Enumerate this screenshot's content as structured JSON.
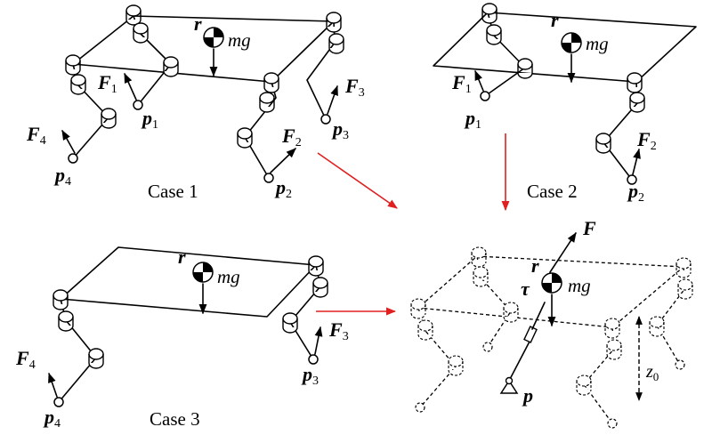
{
  "colors": {
    "ink": "#000000",
    "arrow_accent": "#e02020",
    "background": "#ffffff"
  },
  "com_marker_icon": "quartered-circle",
  "case1": {
    "caption": "Case 1",
    "r_label": "r",
    "mg_label": "mg",
    "force_labels": [
      {
        "base": "F",
        "sub": "1"
      },
      {
        "base": "F",
        "sub": "2"
      },
      {
        "base": "F",
        "sub": "3"
      },
      {
        "base": "F",
        "sub": "4"
      }
    ],
    "point_labels": [
      {
        "base": "p",
        "sub": "1"
      },
      {
        "base": "p",
        "sub": "2"
      },
      {
        "base": "p",
        "sub": "3"
      },
      {
        "base": "p",
        "sub": "4"
      }
    ]
  },
  "case2": {
    "caption": "Case 2",
    "r_label": "r",
    "mg_label": "mg",
    "force_labels": [
      {
        "base": "F",
        "sub": "1"
      },
      {
        "base": "F",
        "sub": "2"
      }
    ],
    "point_labels": [
      {
        "base": "p",
        "sub": "1"
      },
      {
        "base": "p",
        "sub": "2"
      }
    ]
  },
  "case3": {
    "caption": "Case 3",
    "r_label": "r",
    "mg_label": "mg",
    "force_labels": [
      {
        "base": "F",
        "sub": "3"
      },
      {
        "base": "F",
        "sub": "4"
      }
    ],
    "point_labels": [
      {
        "base": "p",
        "sub": "3"
      },
      {
        "base": "p",
        "sub": "4"
      }
    ]
  },
  "model": {
    "force_label": "F",
    "tau_label": "τ",
    "r_label": "r",
    "mg_label": "mg",
    "point_label": "p",
    "height_label": {
      "base": "z",
      "sub": "0"
    }
  }
}
